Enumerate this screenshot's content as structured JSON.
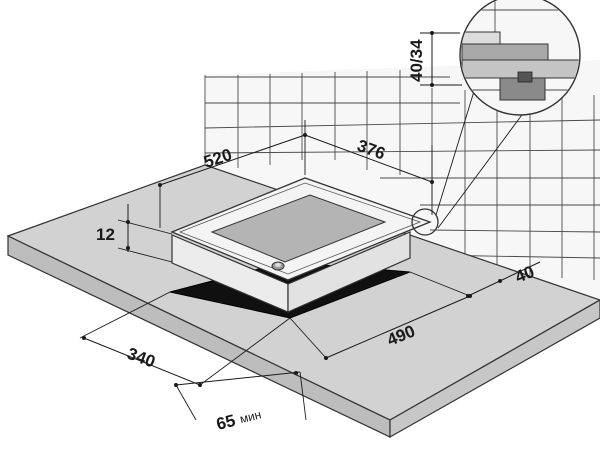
{
  "dimensions": {
    "hob_depth": "520",
    "hob_width": "376",
    "frame_height": "12",
    "cutout_depth": "340",
    "cutout_width": "490",
    "wall_gap": "40",
    "edge_clearance": "65",
    "edge_clearance_unit": "мин",
    "worktop_detail": "40/34"
  }
}
